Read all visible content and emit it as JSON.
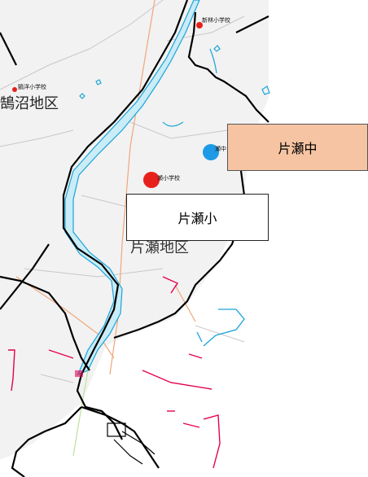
{
  "map": {
    "districts": [
      {
        "id": "kugenuma",
        "label": "鵠沼地区"
      },
      {
        "id": "katase",
        "label": "片瀬地区"
      }
    ],
    "schools_on_map": [
      {
        "id": "shinbayashi",
        "label": "新林小学校",
        "marker_color": "#e8201c"
      },
      {
        "id": "kugeyo",
        "label": "鵠洋小学校",
        "marker_color": "#e8201c"
      },
      {
        "id": "katase-sho",
        "label": "瀬小学校",
        "marker_color": "#e8201c"
      },
      {
        "id": "katase-chu",
        "label": "瀬中",
        "marker_color": "#1e9ae6"
      }
    ]
  },
  "callouts": {
    "katase_chu": {
      "label": "片瀬中",
      "fill": "#f6c4a2"
    },
    "katase_sho": {
      "label": "片瀬小",
      "fill": "#ffffff"
    }
  },
  "colors": {
    "land": "#f2f2f2",
    "river": "#c9ecf7",
    "river_edge": "#1aa3d8",
    "boundary": "#000000",
    "road": "#f0a77a",
    "coast_red": "#e4004f"
  }
}
